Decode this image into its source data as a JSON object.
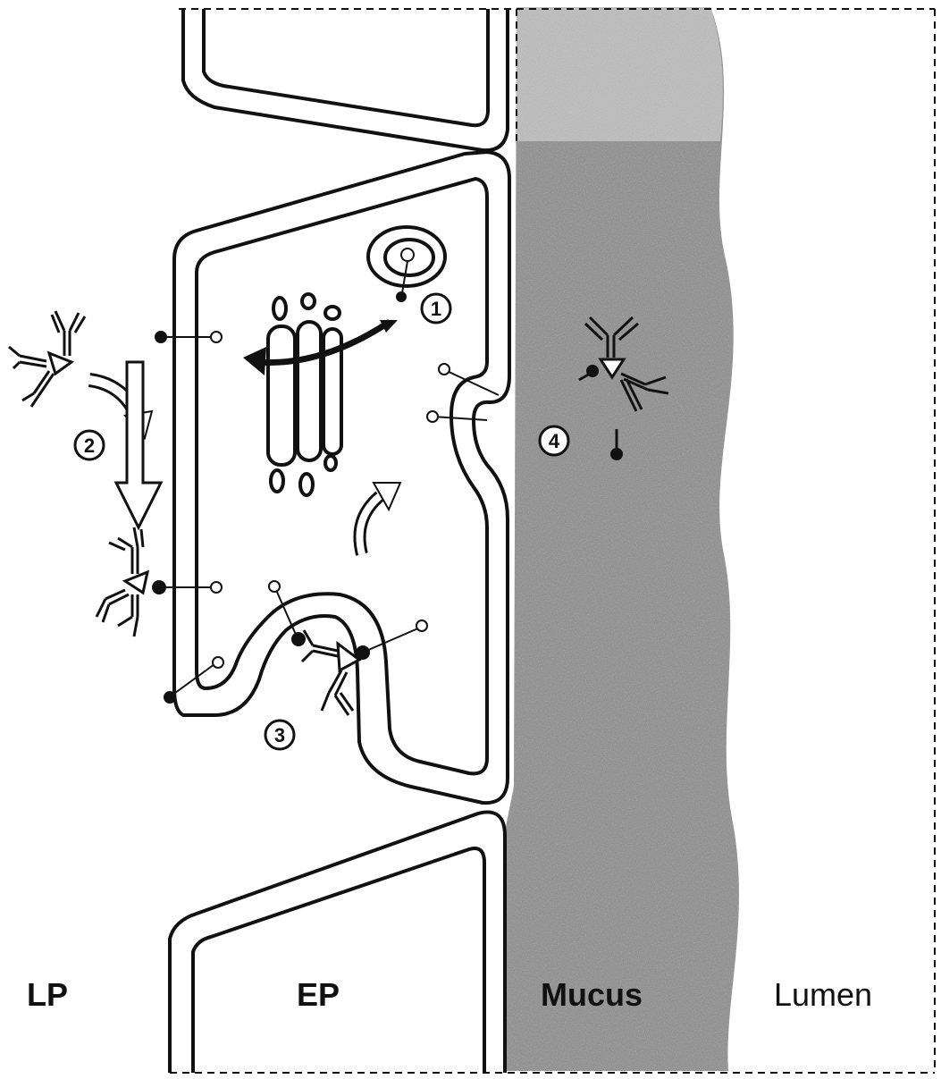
{
  "regions": {
    "lp": "LP",
    "ep": "EP",
    "mucus": "Mucus",
    "lumen": "Lumen"
  },
  "steps": [
    "1",
    "2",
    "3",
    "4"
  ],
  "colors": {
    "ink": "#111111",
    "mucus_fill": "#8a8a8a",
    "mucus_top_fill": "#b8b8b8",
    "paper": "#ffffff"
  }
}
